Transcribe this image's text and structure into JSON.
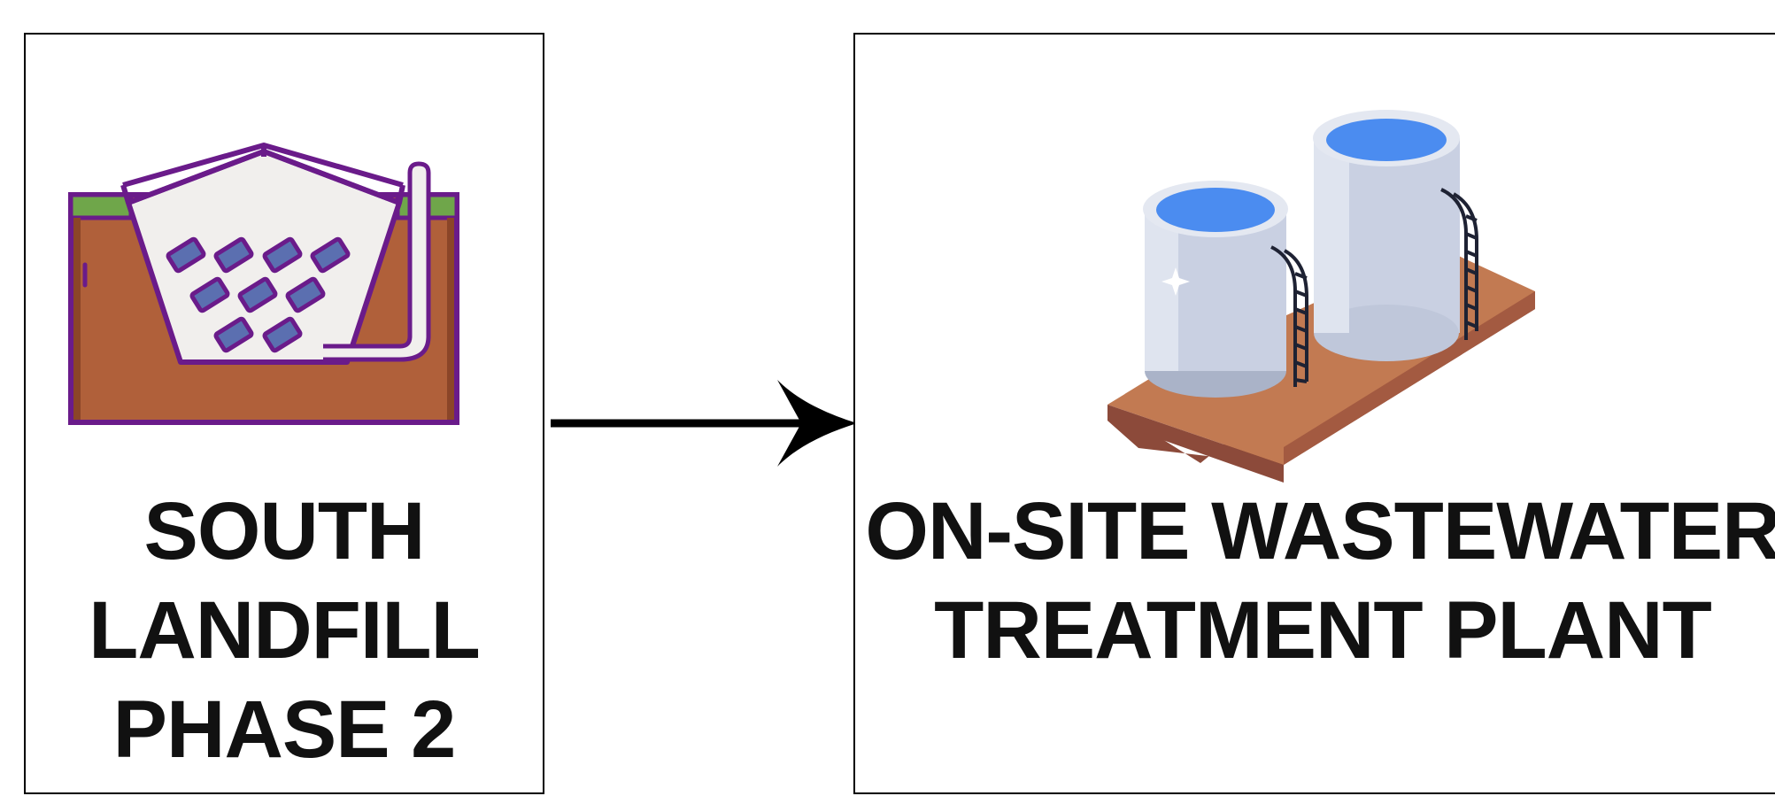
{
  "nodes": [
    {
      "id": "landfill",
      "icon": "landfill-icon",
      "lines": [
        "SOUTH",
        "LANDFILL",
        "PHASE 2"
      ]
    },
    {
      "id": "wwtp",
      "icon": "wastewater-tanks-icon",
      "lines": [
        "ON-SITE WASTEWATER",
        "TREATMENT PLANT"
      ]
    }
  ],
  "edges": [
    {
      "from": "landfill",
      "to": "wwtp",
      "style": "arrow"
    }
  ],
  "colors": {
    "outline": "#6a1b8a",
    "soil": "#b0603a",
    "grass": "#6fa64a",
    "waste_cell": "#5b6fb0",
    "liner": "#f1efed",
    "tank_water": "#4b8cf0",
    "tank_body": "#c9d0e2",
    "platform": "#c27a52"
  }
}
